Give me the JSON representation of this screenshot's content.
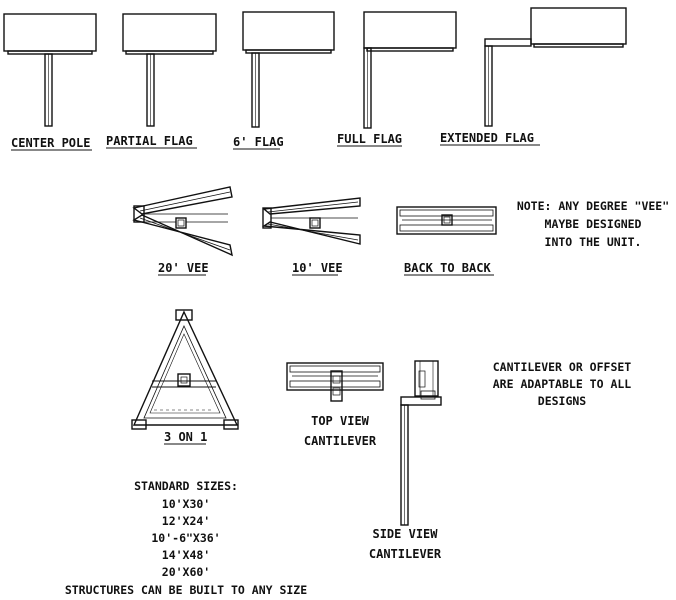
{
  "labels": {
    "center_pole": "CENTER POLE",
    "partial_flag": "PARTIAL FLAG",
    "six_flag": "6' FLAG",
    "full_flag": "FULL FLAG",
    "extended_flag": "EXTENDED FLAG",
    "vee20": "20' VEE",
    "vee10": "10' VEE",
    "back_to_back": "BACK TO BACK",
    "three_on_one": "3 ON 1",
    "top_view_1": "TOP VIEW",
    "top_view_2": "CANTILEVER",
    "side_view_1": "SIDE VIEW",
    "side_view_2": "CANTILEVER"
  },
  "notes": {
    "vee_note": [
      "NOTE: ANY DEGREE \"VEE\"",
      "MAYBE DESIGNED",
      "INTO THE UNIT."
    ],
    "cantilever_note": [
      "CANTILEVER OR OFFSET",
      "ARE ADAPTABLE TO ALL",
      "DESIGNS"
    ]
  },
  "standard_sizes": {
    "title": "STANDARD SIZES:",
    "sizes": [
      "10'X30'",
      "12'X24'",
      "10'-6\"X36'",
      "14'X48'",
      "20'X60'"
    ],
    "footer": "STRUCTURES CAN BE BUILT TO ANY SIZE"
  }
}
